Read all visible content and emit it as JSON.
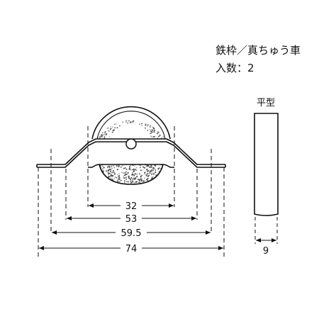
{
  "spec": {
    "material": "鉄枠／真ちゅう車",
    "quantity": "入数：2"
  },
  "side_view": {
    "label": "平型",
    "width": "9"
  },
  "dimensions": {
    "d32": "32",
    "d53": "53",
    "d59_5": "59.5",
    "d74": "74"
  },
  "colors": {
    "line": "#111111",
    "stipple": "#555555",
    "background": "#ffffff"
  }
}
